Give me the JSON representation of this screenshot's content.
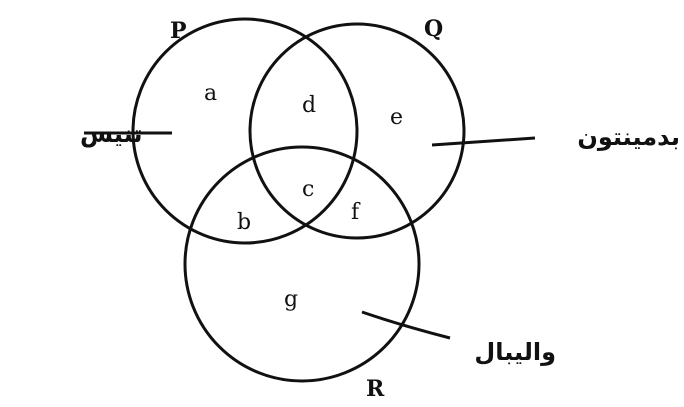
{
  "sets": {
    "P": {
      "name": "P",
      "label": "تنيس"
    },
    "Q": {
      "name": "Q",
      "label": "بدمينتون"
    },
    "R": {
      "name": "R",
      "label": "واليبال"
    }
  },
  "regions": {
    "a": "a",
    "b": "b",
    "c": "c",
    "d": "d",
    "e": "e",
    "f": "f",
    "g": "g"
  }
}
